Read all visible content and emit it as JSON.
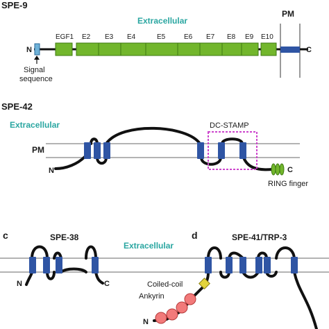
{
  "panel_a": {
    "title": "SPE-9",
    "region_label": "Extracellular",
    "membrane_label": "PM",
    "n_terminus": "N",
    "c_terminus": "C",
    "signal_label_line1": "Signal",
    "signal_label_line2": "sequence",
    "domains": [
      "EGF1",
      "E2",
      "E3",
      "E4",
      "E5",
      "E6",
      "E7",
      "E8",
      "E9",
      "E10"
    ]
  },
  "panel_b": {
    "title": "SPE-42",
    "region_label": "Extracellular",
    "membrane_label": "PM",
    "n_terminus": "N",
    "c_terminus": "C",
    "box_label": "DC-STAMP",
    "ring_label": "RING finger"
  },
  "panel_c": {
    "letter": "c",
    "title": "SPE-38",
    "n_terminus": "N",
    "c_terminus": "C"
  },
  "shared": {
    "region_label": "Extracellular"
  },
  "panel_d": {
    "letter": "d",
    "title": "SPE-41/TRP-3",
    "coiled_coil_label": "Coiled-coil",
    "ankyrin_label": "Ankyrin",
    "n_terminus": "N"
  },
  "colors": {
    "tm_blue": "#2f55a4",
    "egf_green": "#72b62c",
    "membrane_line": "#9a9a9a",
    "dcstamp_box": "#cc44cc",
    "ankyrin_pink": "#f27a7a",
    "coiled_yellow": "#e3d43c"
  }
}
